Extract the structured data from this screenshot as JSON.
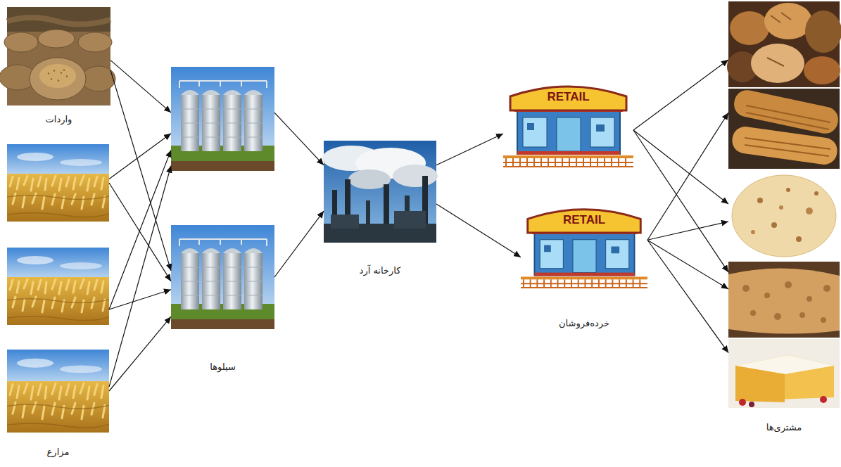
{
  "diagram": {
    "nodes": [
      {
        "text": [
          "واردات"
        ]
      },
      {
        "text": []
      },
      {
        "text": []
      },
      {
        "text": [
          "مزارع"
        ]
      },
      {
        "text": []
      },
      {
        "text": [
          "سیلوها"
        ]
      },
      {
        "text": [
          "کارخانه آرد"
        ]
      },
      {
        "text": [
          "RETAIL"
        ]
      },
      {
        "text": [
          "RETAIL",
          "خرده‌فروشان"
        ]
      },
      {
        "text": []
      },
      {
        "text": []
      },
      {
        "text": []
      },
      {
        "text": []
      },
      {
        "text": [
          "مشتری‌ها"
        ]
      }
    ],
    "edges": [
      {
        "from": 0,
        "to": 4,
        "arrow": "to"
      },
      {
        "from": 0,
        "to": 5,
        "arrow": "to"
      },
      {
        "from": 1,
        "to": 4,
        "arrow": "to"
      },
      {
        "from": 1,
        "to": 5,
        "arrow": "to"
      },
      {
        "from": 2,
        "to": 4,
        "arrow": "to"
      },
      {
        "from": 2,
        "to": 5,
        "arrow": "to"
      },
      {
        "from": 3,
        "to": 4,
        "arrow": "to"
      },
      {
        "from": 3,
        "to": 5,
        "arrow": "to"
      },
      {
        "from": 4,
        "to": 6,
        "arrow": "to"
      },
      {
        "from": 5,
        "to": 6,
        "arrow": "to"
      },
      {
        "from": 6,
        "to": 7,
        "arrow": "to"
      },
      {
        "from": 6,
        "to": 8,
        "arrow": "to"
      },
      {
        "from": 7,
        "to": 9,
        "arrow": "to"
      },
      {
        "from": 7,
        "to": 11,
        "arrow": "to"
      },
      {
        "from": 7,
        "to": 12,
        "arrow": "to"
      },
      {
        "from": 8,
        "to": 10,
        "arrow": "to"
      },
      {
        "from": 8,
        "to": 11,
        "arrow": "to"
      },
      {
        "from": 8,
        "to": 12,
        "arrow": "to"
      },
      {
        "from": 8,
        "to": 13,
        "arrow": "to"
      }
    ]
  }
}
